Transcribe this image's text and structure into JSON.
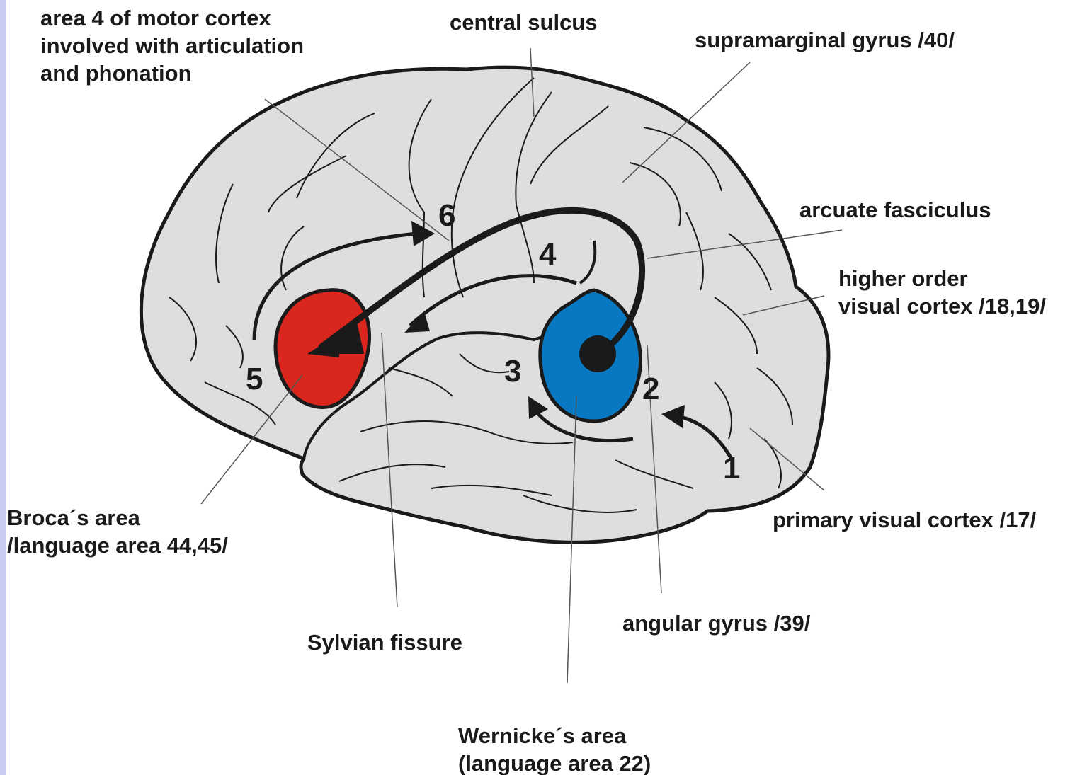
{
  "labels": {
    "motor_cortex": [
      "area 4 of motor cortex",
      "involved with articulation",
      "and phonation"
    ],
    "central_sulcus": "central sulcus",
    "supramarginal": "supramarginal gyrus /40/",
    "arcuate": "arcuate fasciculus",
    "higher_visual": [
      "higher order",
      "visual cortex /18,19/"
    ],
    "primary_visual": "primary visual cortex /17/",
    "angular": "angular gyrus /39/",
    "sylvian": "Sylvian fissure",
    "broca": [
      "Broca´s area",
      "/language area 44,45/"
    ],
    "wernicke": [
      "Wernicke´s area",
      "(language area 22)"
    ]
  },
  "step_numbers": [
    "1",
    "2",
    "3",
    "4",
    "5",
    "6"
  ],
  "colors": {
    "brain_fill": "#dedede",
    "outline": "#1a1a1a",
    "broca_red": "#d9271d",
    "wernicke_blue": "#0878c2",
    "leader_line": "#555555",
    "side_border": "#c8ccf2"
  }
}
